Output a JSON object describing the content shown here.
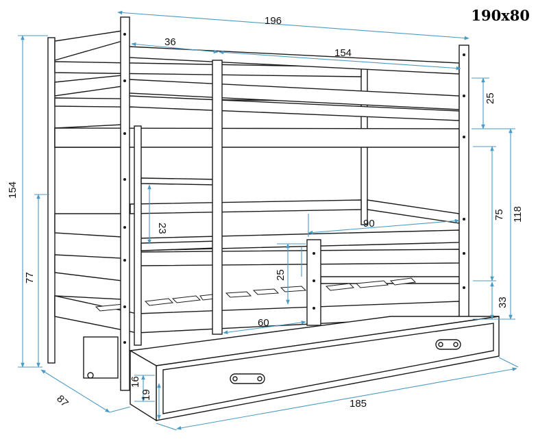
{
  "title": "190x80",
  "colors": {
    "outline": "#1a1a1a",
    "dimension_line": "#4a9bc4",
    "text": "#111111"
  },
  "dimensions": {
    "total_length": "196",
    "ladder_offset": "36",
    "upper_bed_length": "154",
    "upper_rail_height": "25",
    "total_height": "154",
    "upper_bed_height": "118",
    "lower_frame_height": "75",
    "ladder_step": "23",
    "lower_rail_length": "90",
    "lower_rail_height": "25",
    "lower_guard_length": "60",
    "lower_bed_height": "77",
    "drawer_gap": "33",
    "depth": "87",
    "drawer_front_height_a": "16",
    "drawer_front_height_b": "19",
    "drawer_length": "185"
  }
}
